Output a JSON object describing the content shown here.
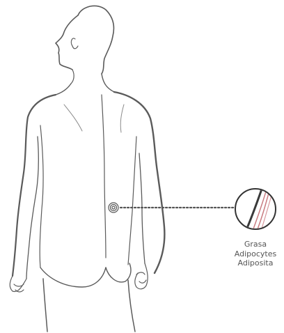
{
  "diagram": {
    "labels": [
      "Grasa",
      "Adipocytes",
      "Adiposita"
    ],
    "colors": {
      "outline": "#5a5a5a",
      "outline_light": "#8a8a8a",
      "fat_layer": "#c97b80",
      "dotted_line": "#555555",
      "text": "#555555"
    }
  }
}
